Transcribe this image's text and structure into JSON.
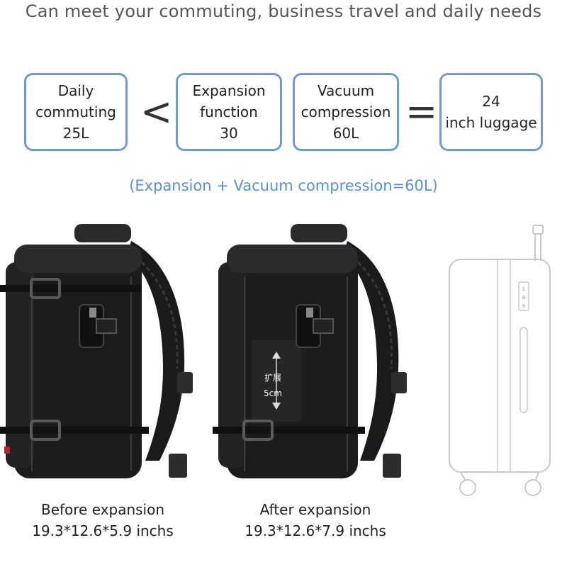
{
  "headline": "Can meet your commuting, business travel and daily needs",
  "boxes": [
    {
      "lines": [
        "Daily",
        "commuting",
        "25L"
      ]
    },
    {
      "lines": [
        "Expansion",
        "function",
        "30"
      ]
    },
    {
      "lines": [
        "Vacuum",
        "compression",
        "60L"
      ]
    },
    {
      "lines": [
        "24",
        "inch luggage"
      ]
    }
  ],
  "operators": {
    "less_than": "<",
    "equals": "="
  },
  "formula": "(Expansion + Vacuum compression=60L)",
  "expansion_marker": {
    "line1": "扩展",
    "line2": "5cm"
  },
  "captions": {
    "before": {
      "title": "Before expansion",
      "dims": "19.3*12.6*5.9 inchs"
    },
    "after": {
      "title": "After expansion",
      "dims": "19.3*12.6*7.9 inchs"
    }
  },
  "luggage_lock_digits": [
    "1",
    "8",
    "9"
  ],
  "colors": {
    "accent": "#6e9bd2",
    "formula": "#5b8fd0",
    "bag": "#1c1c1e"
  }
}
